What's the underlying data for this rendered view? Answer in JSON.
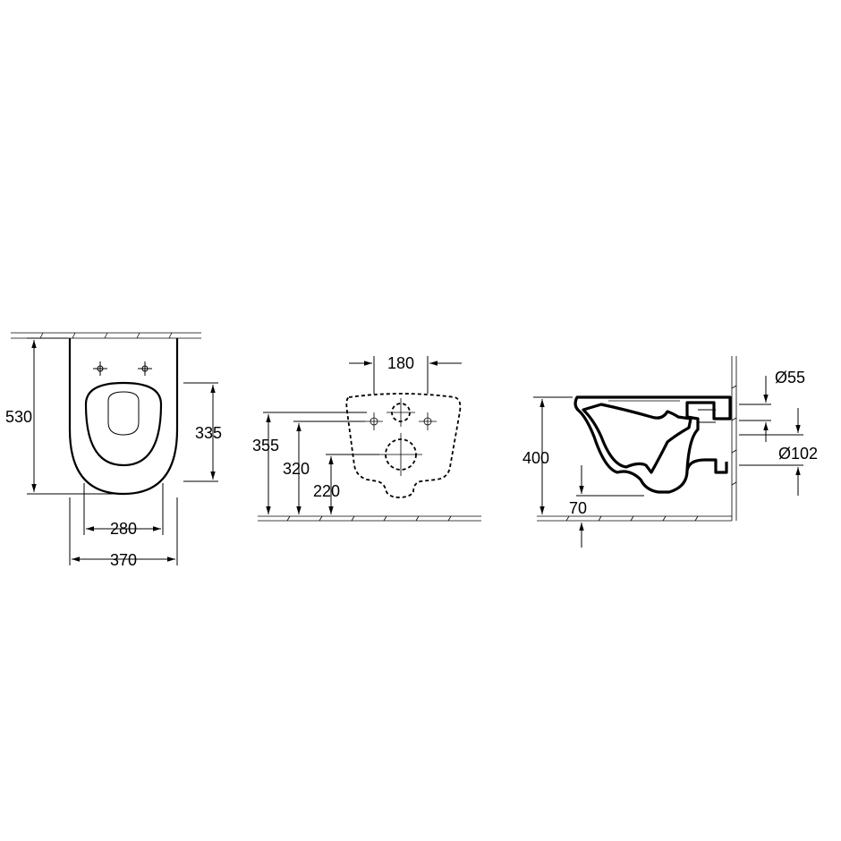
{
  "top_view": {
    "height_label": "530",
    "side_label": "335",
    "inner_width_label": "280",
    "outer_width_label": "370"
  },
  "front_view": {
    "spacing_label": "180",
    "h1_label": "355",
    "h2_label": "320",
    "h3_label": "220"
  },
  "side_view": {
    "height_label": "400",
    "floor_label": "70",
    "inlet_label": "Ø55",
    "outlet_label": "Ø102"
  }
}
